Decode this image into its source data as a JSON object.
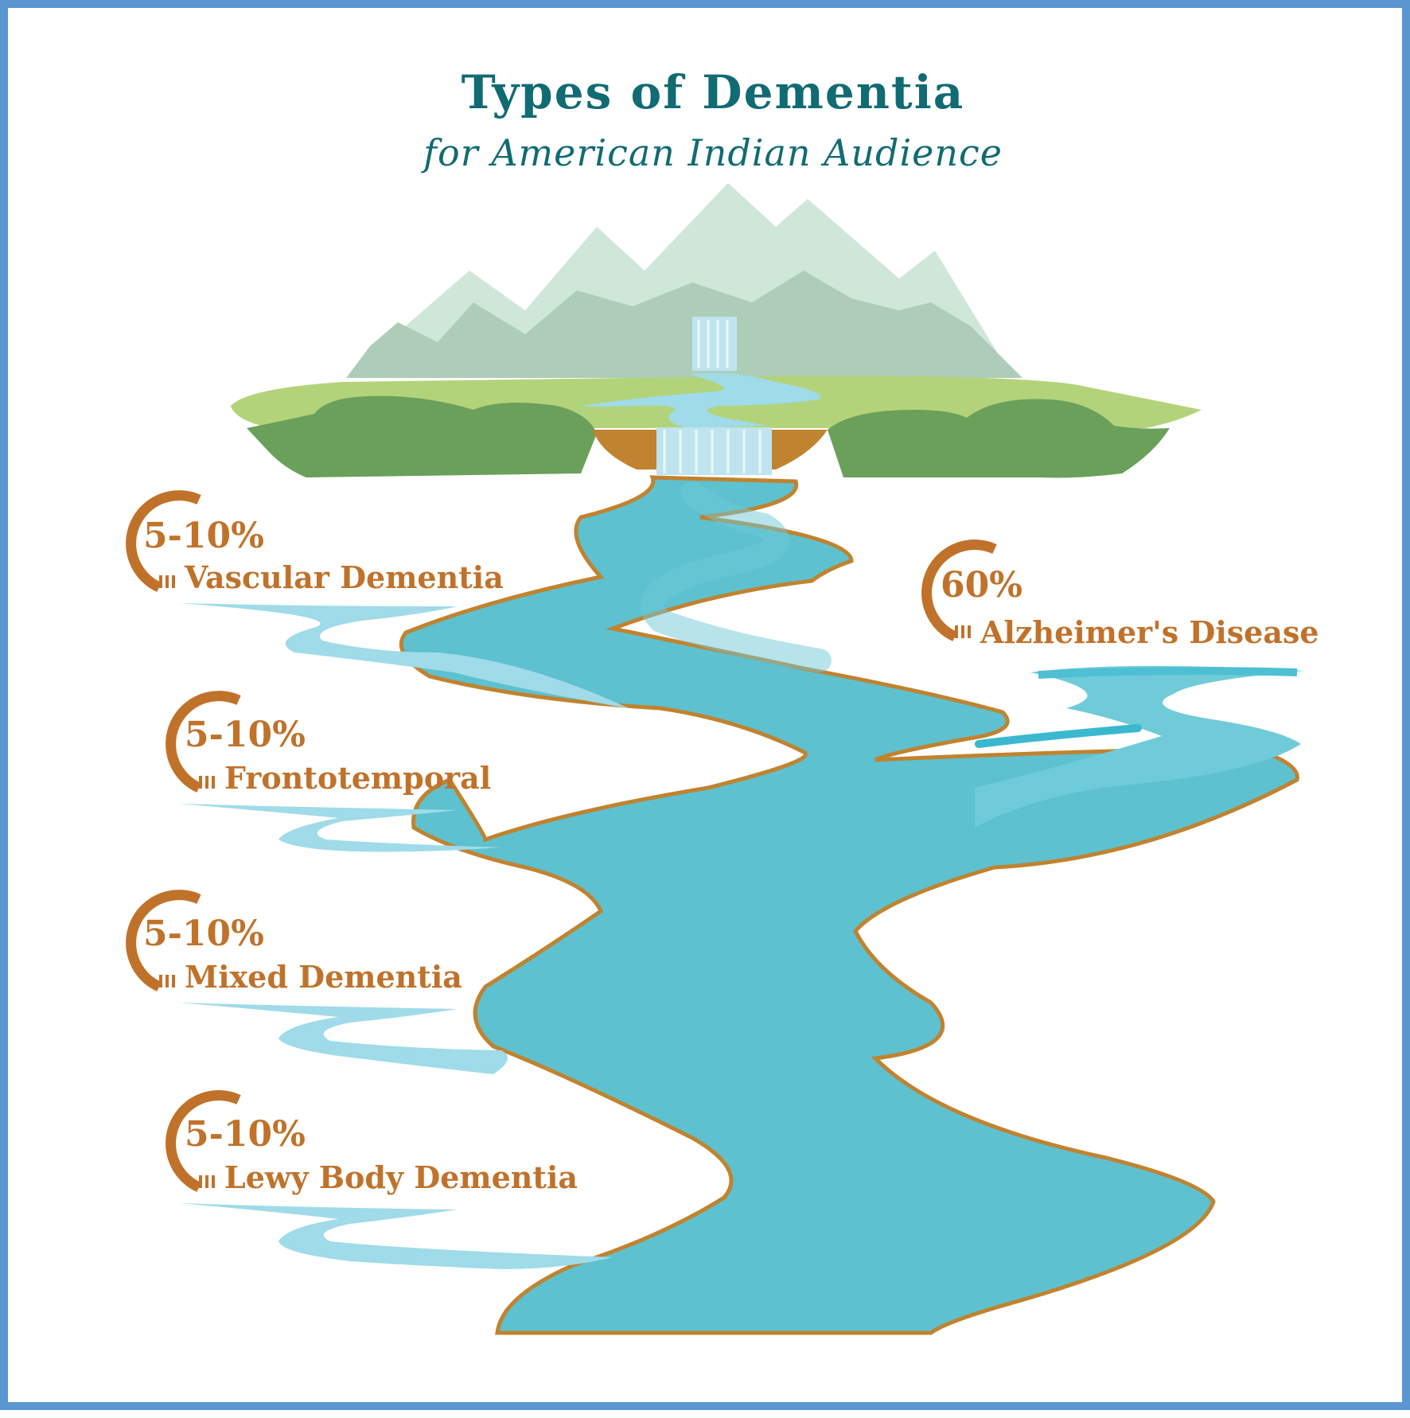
{
  "header": {
    "title": "Types of Dementia",
    "subtitle": "for American Indian Audience"
  },
  "types": [
    {
      "percent": "60%",
      "name": "Alzheimer's Disease"
    },
    {
      "percent": "5-10%",
      "name": "Vascular Dementia"
    },
    {
      "percent": "5-10%",
      "name": "Frontotemporal"
    },
    {
      "percent": "5-10%",
      "name": "Mixed Dementia"
    },
    {
      "percent": "5-10%",
      "name": "Lewy Body Dementia"
    }
  ],
  "colors": {
    "border": "#5a96d0",
    "title": "#116b73",
    "label": "#c0722a",
    "river": "#5dc1cf",
    "bank": "#c0832f",
    "grass": "#b3d37a",
    "bush": "#6aa05a",
    "mountain_far": "#cde6d6",
    "mountain_near": "#a9cbb7"
  }
}
